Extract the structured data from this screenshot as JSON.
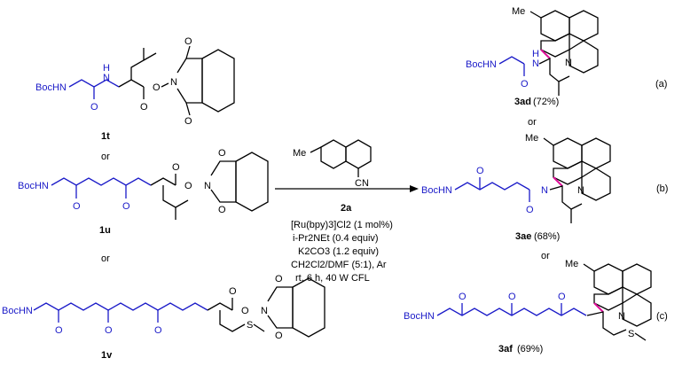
{
  "reactants": {
    "r1": {
      "label": "1t",
      "protecting_group": "BocHN",
      "nh": "H\nN",
      "n_hetero": "N"
    },
    "r2": {
      "label": "1u",
      "protecting_group": "BocHN"
    },
    "r3": {
      "label": "1v",
      "protecting_group": "BocHN",
      "thioether": "S"
    },
    "or_text": "or"
  },
  "reagent": {
    "compound": "2a",
    "substituent_me": "Me",
    "substituent_cn": "CN",
    "conditions": [
      "[Ru(bpy)3]Cl2 (1 mol%)",
      "i-Pr2NEt (0.4 equiv)",
      "K2CO3 (1.2 equiv)",
      "CH2Cl2/DMF (5:1), Ar",
      "rt, 6 h, 40 W CFL"
    ]
  },
  "products": [
    {
      "label": "3ad",
      "yield": "(72%)",
      "tag": "(a)"
    },
    {
      "label": "3ae",
      "yield": "(68%)",
      "tag": "(b)"
    },
    {
      "label": "3af",
      "yield": "(69%)",
      "tag": "(c)"
    }
  ],
  "atoms": {
    "me": "Me",
    "n": "N",
    "o": "O",
    "h": "H",
    "s": "S",
    "boc": "BocHN"
  }
}
